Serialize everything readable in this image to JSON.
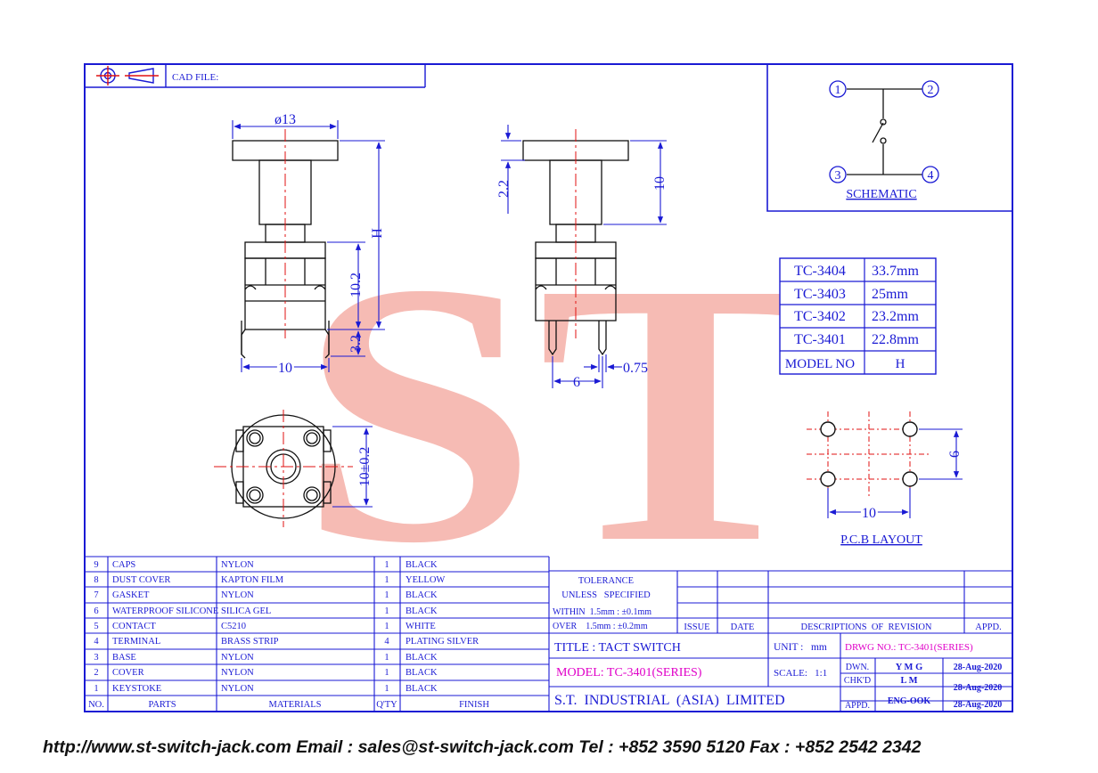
{
  "header": {
    "cad_file_label": "CAD FILE:"
  },
  "colors": {
    "frame": "#1a1ad4",
    "center_line": "#e01010",
    "watermark": "#f08a80",
    "magenta": "#e000c8"
  },
  "watermark": "ST",
  "dimensions": {
    "cap_diameter": "ø13",
    "height": "H",
    "body_height": "10.2",
    "pin_length": "3.2",
    "body_width": "10",
    "cap_offset": "2.2",
    "cap_to_body": "10",
    "pin_pitch": "6",
    "pin_width": "0.75",
    "bottom_width": "10±0.2"
  },
  "schematic": {
    "pins": [
      "1",
      "2",
      "3",
      "4"
    ],
    "label": "SCHEMATIC"
  },
  "height_table": {
    "rows": [
      {
        "model": "TC-3404",
        "value": "33.7mm"
      },
      {
        "model": "TC-3403",
        "value": "25mm"
      },
      {
        "model": "TC-3402",
        "value": "23.2mm"
      },
      {
        "model": "TC-3401",
        "value": "22.8mm"
      }
    ],
    "header": {
      "model": "MODEL NO",
      "value": "H"
    }
  },
  "pcb": {
    "vertical": "6",
    "horizontal": "10",
    "label": "P.C.B LAYOUT"
  },
  "bom": {
    "headers": [
      "NO.",
      "PARTS",
      "MATERIALS",
      "Q'TY",
      "FINISH"
    ],
    "rows": [
      {
        "no": "9",
        "part": "CAPS",
        "material": "NYLON",
        "qty": "1",
        "finish": "BLACK"
      },
      {
        "no": "8",
        "part": "DUST COVER",
        "material": "KAPTON FILM",
        "qty": "1",
        "finish": "YELLOW"
      },
      {
        "no": "7",
        "part": "GASKET",
        "material": "NYLON",
        "qty": "1",
        "finish": "BLACK"
      },
      {
        "no": "6",
        "part": "WATERPROOF SILICONE",
        "material": "SILICA GEL",
        "qty": "1",
        "finish": "BLACK"
      },
      {
        "no": "5",
        "part": "CONTACT",
        "material": "C5210",
        "qty": "1",
        "finish": "WHITE"
      },
      {
        "no": "4",
        "part": "TERMINAL",
        "material": "BRASS STRIP",
        "qty": "4",
        "finish": "PLATING SILVER"
      },
      {
        "no": "3",
        "part": "BASE",
        "material": "NYLON",
        "qty": "1",
        "finish": "BLACK"
      },
      {
        "no": "2",
        "part": "COVER",
        "material": "NYLON",
        "qty": "1",
        "finish": "BLACK"
      },
      {
        "no": "1",
        "part": "KEYSTOKE",
        "material": "NYLON",
        "qty": "1",
        "finish": "BLACK"
      }
    ]
  },
  "title_block": {
    "tolerance_line1": "TOLERANCE",
    "tolerance_line2": "UNLESS   SPECIFIED",
    "within": "WITHIN  1.5mm : ±0.1mm",
    "over": "OVER    1.5mm : ±0.2mm",
    "issue": "ISSUE",
    "date": "DATE",
    "descriptions": "DESCRIPTIONS  OF  REVISION",
    "appd_header": "APPD.",
    "title": "TITLE : TACT SWITCH",
    "unit": "UNIT :   mm",
    "drwg_no": "DRWG NO.: TC-3401(SERIES)",
    "model": "MODEL: TC-3401(SERIES)",
    "scale": "SCALE:   1:1",
    "dwn_label": "DWN.",
    "dwn_name": "Y M G",
    "dwn_date": "28-Aug-2020",
    "chkd_label": "CHK'D",
    "chkd_name": "L M",
    "chkd_date": "28-Aug-2020",
    "appd_label": "APPD.",
    "appd_name": "ENG-OOK",
    "appd_date": "28-Aug-2020",
    "company": "S.T.  INDUSTRIAL  (ASIA)  LIMITED"
  },
  "footer": "http://www.st-switch-jack.com  Email : sales@st-switch-jack.com  Tel : +852 3590 5120  Fax : +852 2542 2342"
}
